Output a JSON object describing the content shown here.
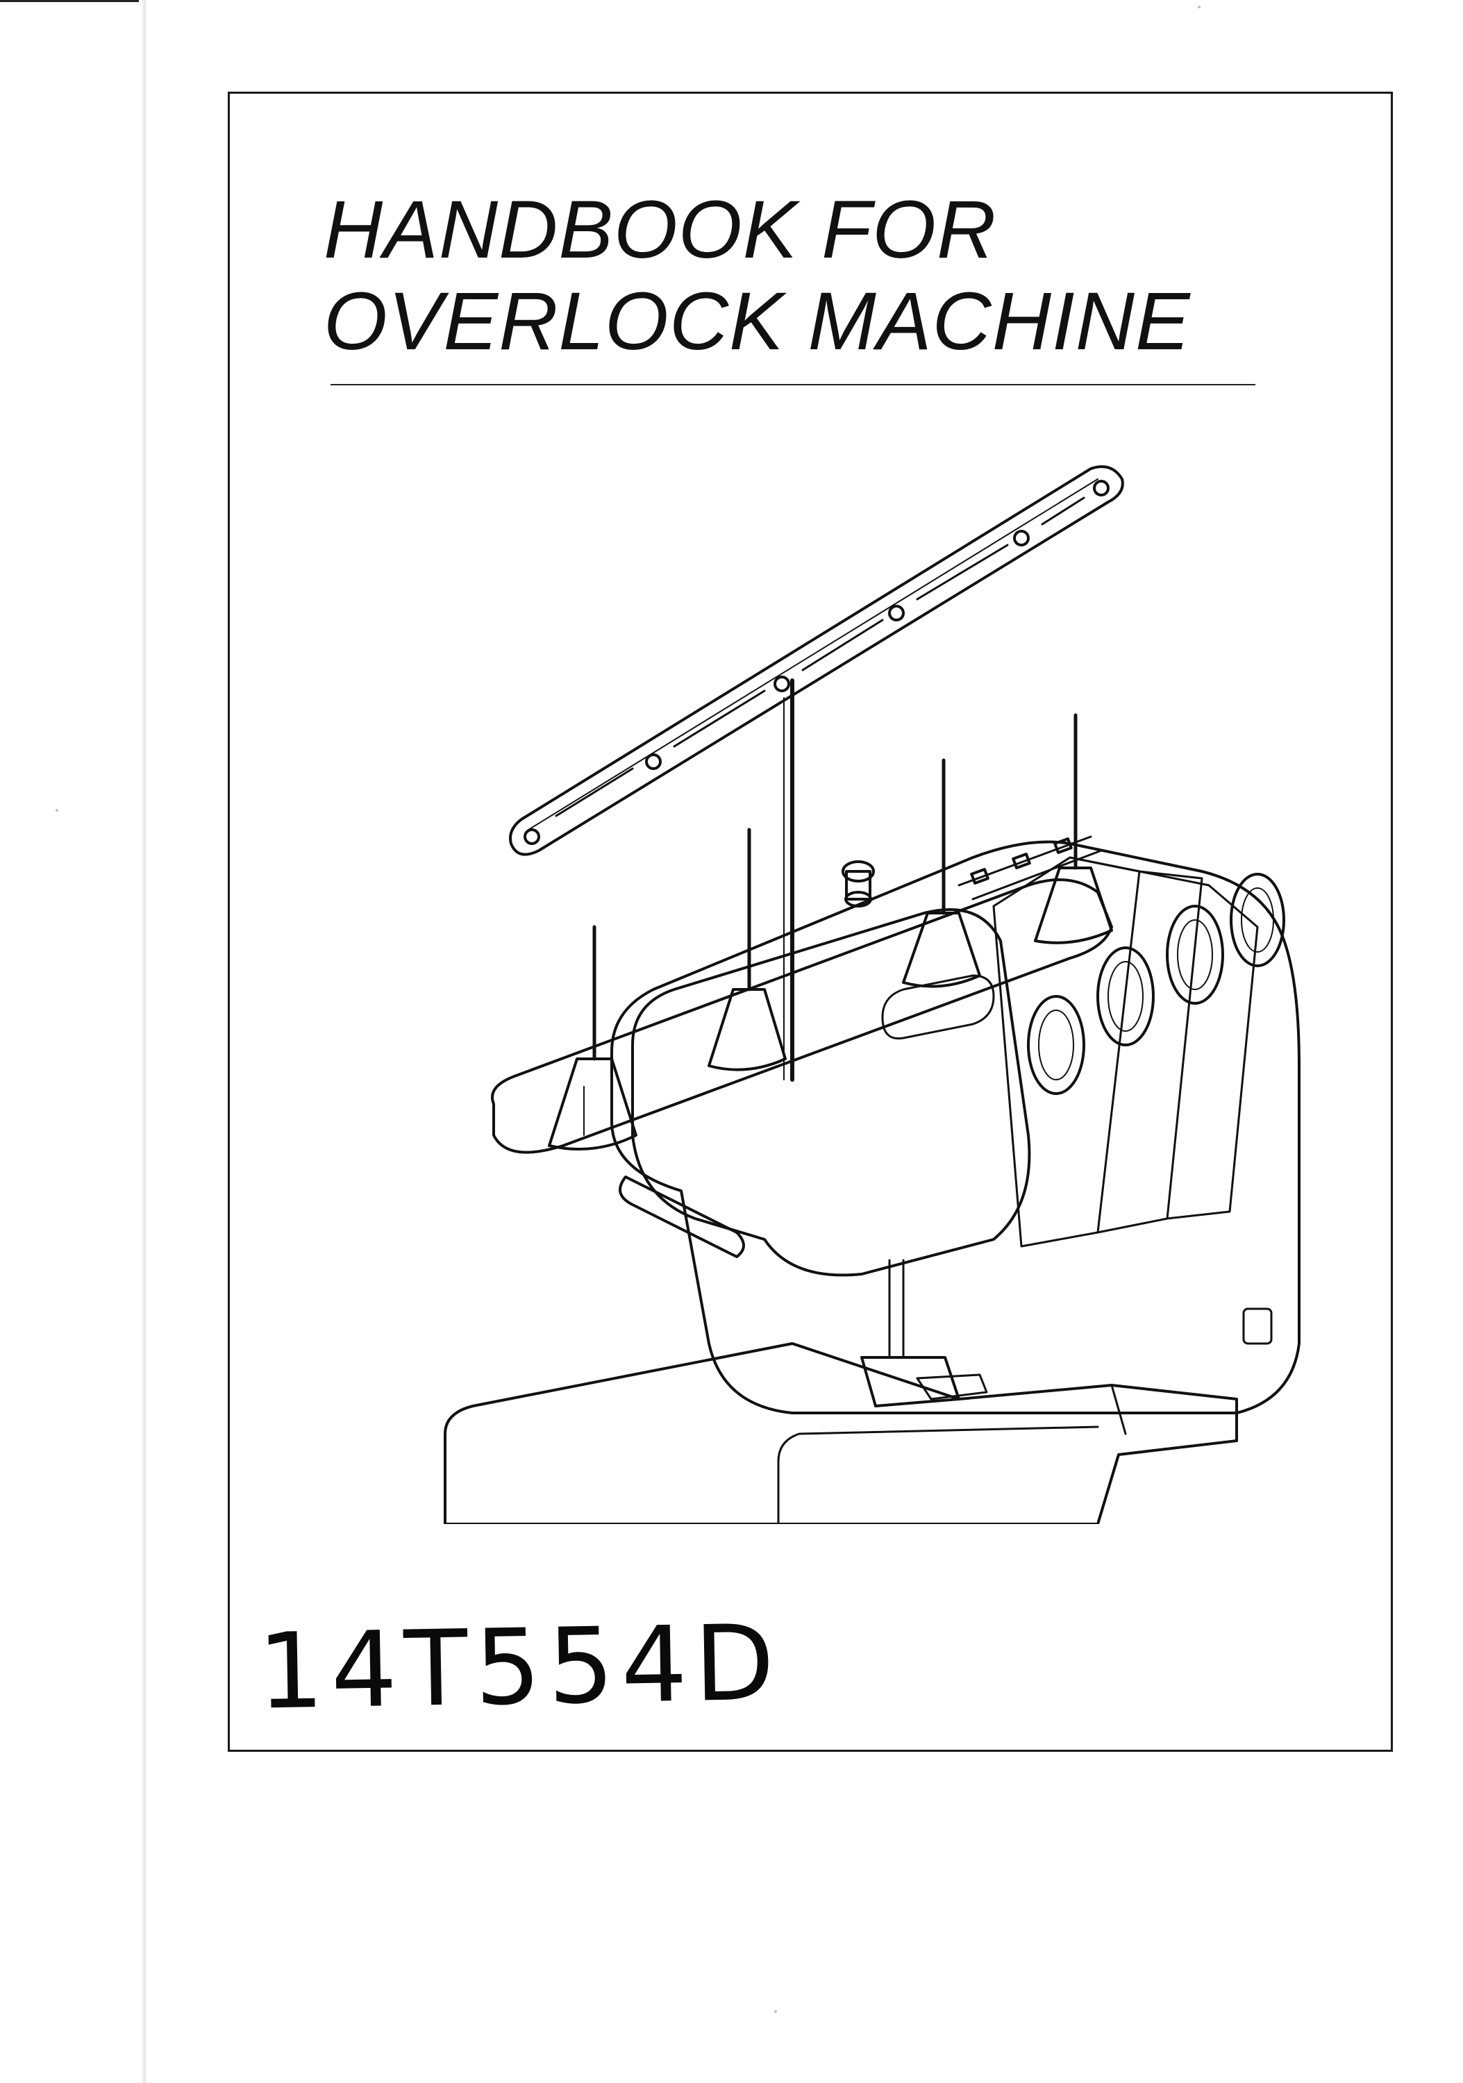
{
  "cover": {
    "title_line_1": "HANDBOOK FOR",
    "title_line_2": "OVERLOCK MACHINE",
    "model_number": "14T554D"
  },
  "illustration": {
    "subject": "overlock-sewing-machine-line-drawing",
    "spools": 4,
    "tension_dials": 4
  },
  "colors": {
    "ink": "#111111",
    "paper": "#ffffff"
  }
}
